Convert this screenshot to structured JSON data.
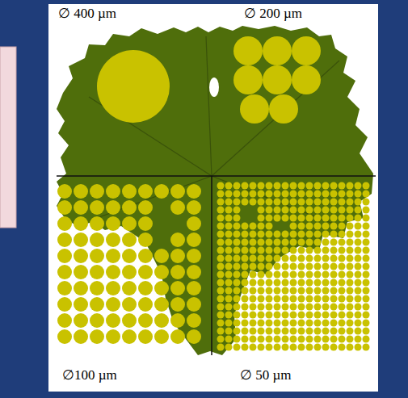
{
  "diagram": {
    "labels": [
      "∅ 400 µm",
      "∅ 200 µm",
      "∅100 µm",
      "∅ 50 µm"
    ]
  }
}
